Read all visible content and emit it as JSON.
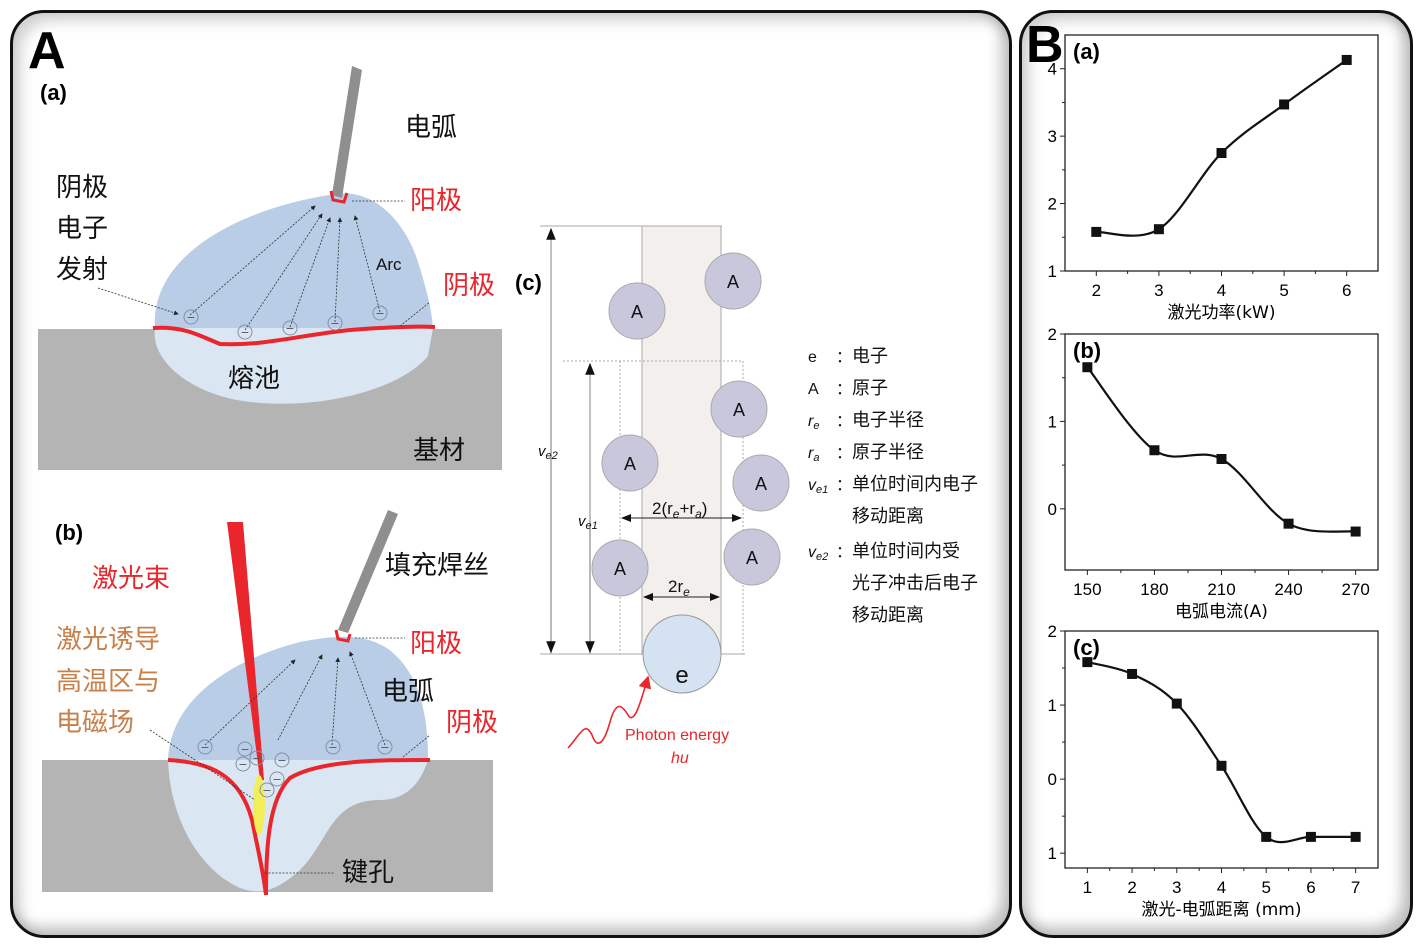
{
  "panel_a": {
    "letter": "A",
    "sub_a": {
      "tag": "(a)",
      "arc_label": "电弧",
      "anode_label": "阳极",
      "cathode_label": "阴极",
      "emission_label": [
        "阴极",
        "电子",
        "发射"
      ],
      "arc_en": "Arc",
      "pool_label": "熔池",
      "base_label": "基材",
      "electron_symbol": "−"
    },
    "sub_b": {
      "tag": "(b)",
      "laser_label": "激光束",
      "laser_zone_label": [
        "激光诱导",
        "高温区与",
        "电磁场"
      ],
      "filler_label": "填充焊丝",
      "anode_label": "阳极",
      "arc_label": "电弧",
      "cathode_label": "阴极",
      "keyhole_label": "键孔"
    },
    "sub_c": {
      "tag": "(c)",
      "atom_symbol": "A",
      "electron_symbol": "e",
      "dim_outer": "2(r",
      "dim_outer_sub1": "e",
      "dim_outer_mid": "+r",
      "dim_outer_sub2": "a",
      "dim_outer_end": ")",
      "dim_inner": "2r",
      "dim_inner_sub": "e",
      "ve1": "v",
      "ve1_sub": "e1",
      "ve2": "v",
      "ve2_sub": "e2",
      "photon_label": "Photon energy",
      "photon_symbol": "hu",
      "legend": [
        {
          "sym": "e",
          "sub": "",
          "sep": "：",
          "text": [
            "电子"
          ]
        },
        {
          "sym": "A",
          "sub": "",
          "sep": "：",
          "text": [
            "原子"
          ]
        },
        {
          "sym": "r",
          "sub": "e",
          "sep": "：",
          "text": [
            "电子半径"
          ]
        },
        {
          "sym": "r",
          "sub": "a",
          "sep": "：",
          "text": [
            "原子半径"
          ]
        },
        {
          "sym": "v",
          "sub": "e1",
          "sep": "：",
          "text": [
            "单位时间内电子",
            "移动距离"
          ]
        },
        {
          "sym": "v",
          "sub": "e2",
          "sep": "：",
          "text": [
            "单位时间内受",
            "光子冲击后电子",
            "移动距离"
          ]
        }
      ]
    },
    "colors": {
      "arc_fill": "#b9cde6",
      "pool_fill": "#dbe6f3",
      "base_fill": "#b4b4b4",
      "red": "#e8262b",
      "orange_text": "#c8804a",
      "yellow": "#f2ee5a",
      "atom_fill": "#c9c7dc",
      "column_fill": "#f3efec",
      "electron_fill": "#d4e2f1"
    }
  },
  "panel_b": {
    "letter": "B"
  },
  "chart_data": [
    {
      "type": "line",
      "tag": "(a)",
      "title": "",
      "xlabel": "激光功率(kW)",
      "ylabel": "",
      "x": [
        2,
        3,
        4,
        5,
        6
      ],
      "y": [
        1.58,
        1.62,
        2.75,
        3.47,
        4.13
      ],
      "xlim": [
        1.5,
        6.5
      ],
      "ylim": [
        1.0,
        4.5
      ],
      "xticks": [
        2,
        3,
        4,
        5,
        6
      ],
      "yticks": [
        1,
        2,
        3,
        4
      ],
      "marker": "square",
      "fit": "smooth",
      "grid": false
    },
    {
      "type": "line",
      "tag": "(b)",
      "title": "",
      "xlabel": "电弧电流(A)",
      "ylabel": "",
      "x": [
        150,
        180,
        210,
        240,
        270
      ],
      "y": [
        1.62,
        0.67,
        0.57,
        -0.17,
        -0.26
      ],
      "xlim": [
        140,
        280
      ],
      "ylim": [
        -0.7,
        2.0
      ],
      "xticks": [
        150,
        180,
        210,
        240,
        270
      ],
      "yticks": [
        0,
        1,
        2
      ],
      "marker": "square",
      "fit": "smooth",
      "grid": false
    },
    {
      "type": "line",
      "tag": "(c)",
      "title": "",
      "xlabel": "激光-电弧距离 (mm)",
      "ylabel": "",
      "x": [
        1,
        2,
        3,
        4,
        5,
        6,
        7
      ],
      "y": [
        1.58,
        1.42,
        1.02,
        0.18,
        -0.78,
        -0.78,
        -0.78
      ],
      "xlim": [
        0.5,
        7.5
      ],
      "ylim": [
        -1.2,
        2.0
      ],
      "xticks": [
        1,
        2,
        3,
        4,
        5,
        6,
        7
      ],
      "yticks": [
        -1,
        0,
        1,
        2
      ],
      "ytick_labels": [
        "1",
        "0",
        "1",
        "2"
      ],
      "marker": "square",
      "fit": "smooth",
      "grid": false
    }
  ]
}
